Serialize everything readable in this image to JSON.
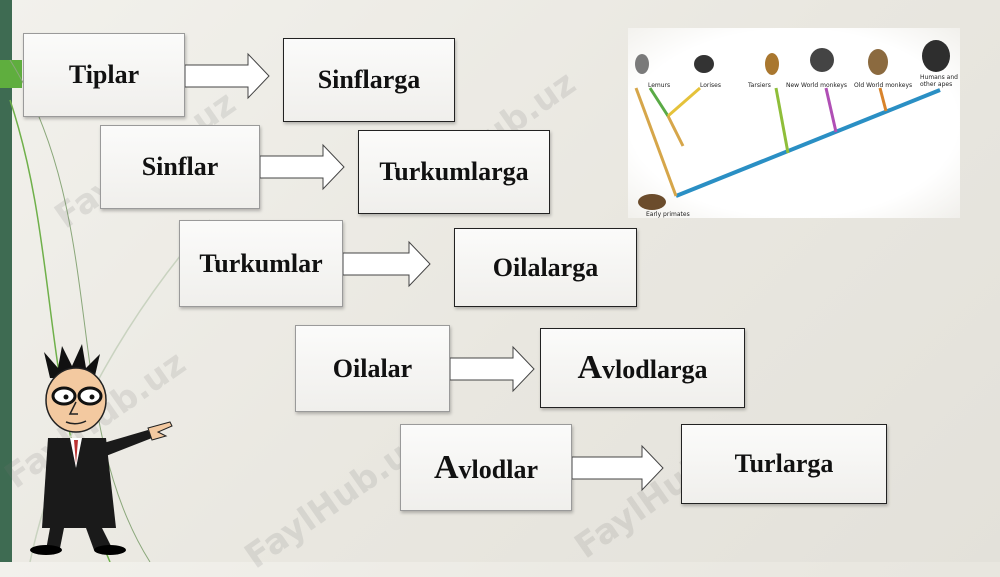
{
  "diagram": {
    "rows": [
      {
        "source": "Tiplar",
        "target": "Sinflarga"
      },
      {
        "source": "Sinflar",
        "target": "Turkumlarga"
      },
      {
        "source": "Turkumlar",
        "target": "Oilalarga"
      },
      {
        "source": "Oilalar",
        "target": "Avlodlarga"
      },
      {
        "source": "Avlodlar",
        "target": "Turlarga"
      }
    ],
    "avlodlarga_initial": "A",
    "avlodlarga_rest": "vlodlarga",
    "avlodlar_initial": "A",
    "avlodlar_rest": "vlodlar"
  },
  "photo": {
    "labels": [
      "Lemurs",
      "Lorises",
      "Tarsiers",
      "New World monkeys",
      "Old World monkeys",
      "Humans and other apes",
      "Early primates"
    ]
  },
  "watermark": "FaylHub.uz",
  "colors": {
    "accent_green": "#5fae3e",
    "bar_dark": "#3e6b52"
  }
}
